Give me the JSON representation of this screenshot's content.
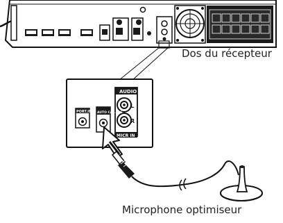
{
  "captions": {
    "receiver_back": "Dos du récepteur",
    "microphone": "Microphone optimiseur"
  },
  "panel_labels": {
    "audio": "AUDIO",
    "left_channel": "L",
    "right_channel": "R",
    "port_in": "PORT.IN",
    "auto_cal_mic": "AUTO CAL.MIC",
    "jack_group": "MICR IN"
  },
  "colors": {
    "line": "#111111",
    "panel_fill": "#ffffff",
    "dark": "#1a1a1a"
  }
}
